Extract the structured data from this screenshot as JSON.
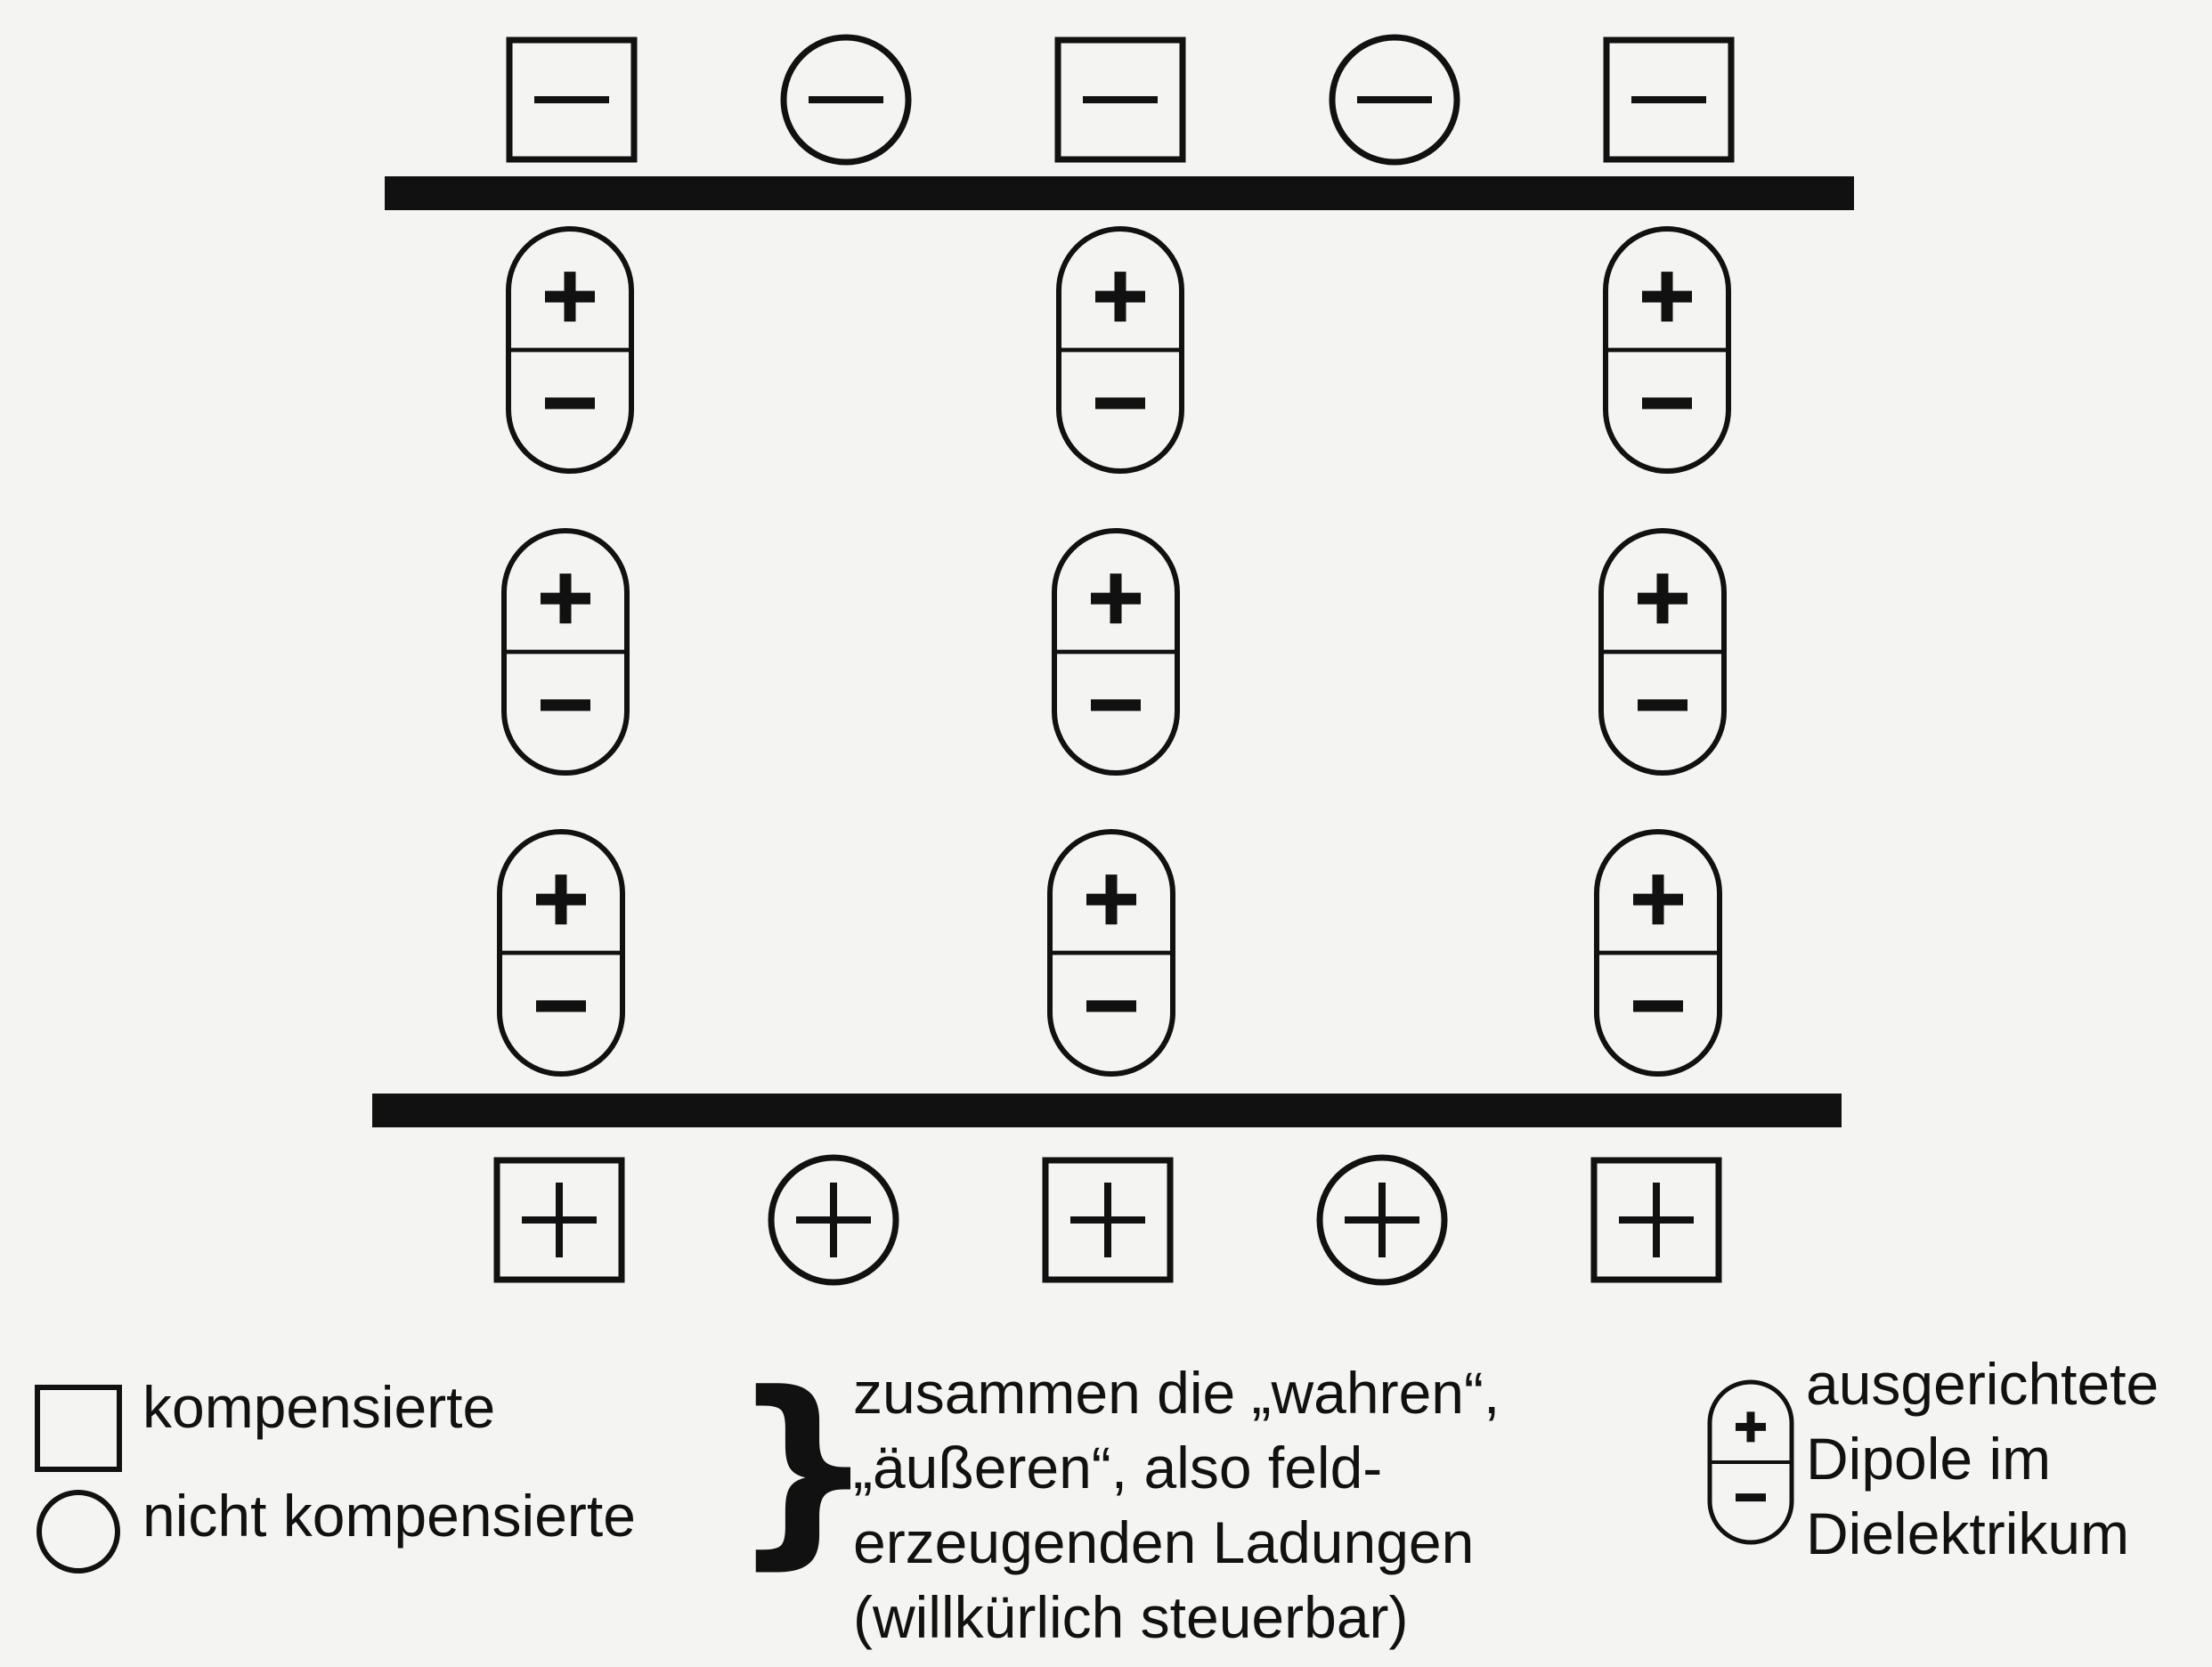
{
  "colors": {
    "ink": "#111111",
    "paper": "#f4f4f2"
  },
  "top_plate": {
    "charge_symbol": "−",
    "charges": [
      {
        "shape": "square",
        "kind": "kompensierte"
      },
      {
        "shape": "circle",
        "kind": "nicht kompensierte"
      },
      {
        "shape": "square",
        "kind": "kompensierte"
      },
      {
        "shape": "circle",
        "kind": "nicht kompensierte"
      },
      {
        "shape": "square",
        "kind": "kompensierte"
      }
    ]
  },
  "bottom_plate": {
    "charge_symbol": "+",
    "charges": [
      {
        "shape": "square",
        "kind": "kompensierte"
      },
      {
        "shape": "circle",
        "kind": "nicht kompensierte"
      },
      {
        "shape": "square",
        "kind": "kompensierte"
      },
      {
        "shape": "circle",
        "kind": "nicht kompensierte"
      },
      {
        "shape": "square",
        "kind": "kompensierte"
      }
    ]
  },
  "dielectric": {
    "dipole_upper_symbol": "+",
    "dipole_lower_symbol": "−",
    "columns": 3,
    "rows": 3
  },
  "legend": {
    "compensated_label": "kompensierte",
    "uncompensated_label": "nicht kompensierte",
    "brace_symbol": "}",
    "brace_description": {
      "line1": "zusammen die „wahren“,",
      "line2": "„äußeren“, also feld-",
      "line3": "erzeugenden Ladungen",
      "line4": "(willkürlich steuerbar)"
    },
    "dipole_description": {
      "line1": "ausgerichtete",
      "line2": "Dipole im",
      "line3": "Dielektrikum"
    }
  }
}
